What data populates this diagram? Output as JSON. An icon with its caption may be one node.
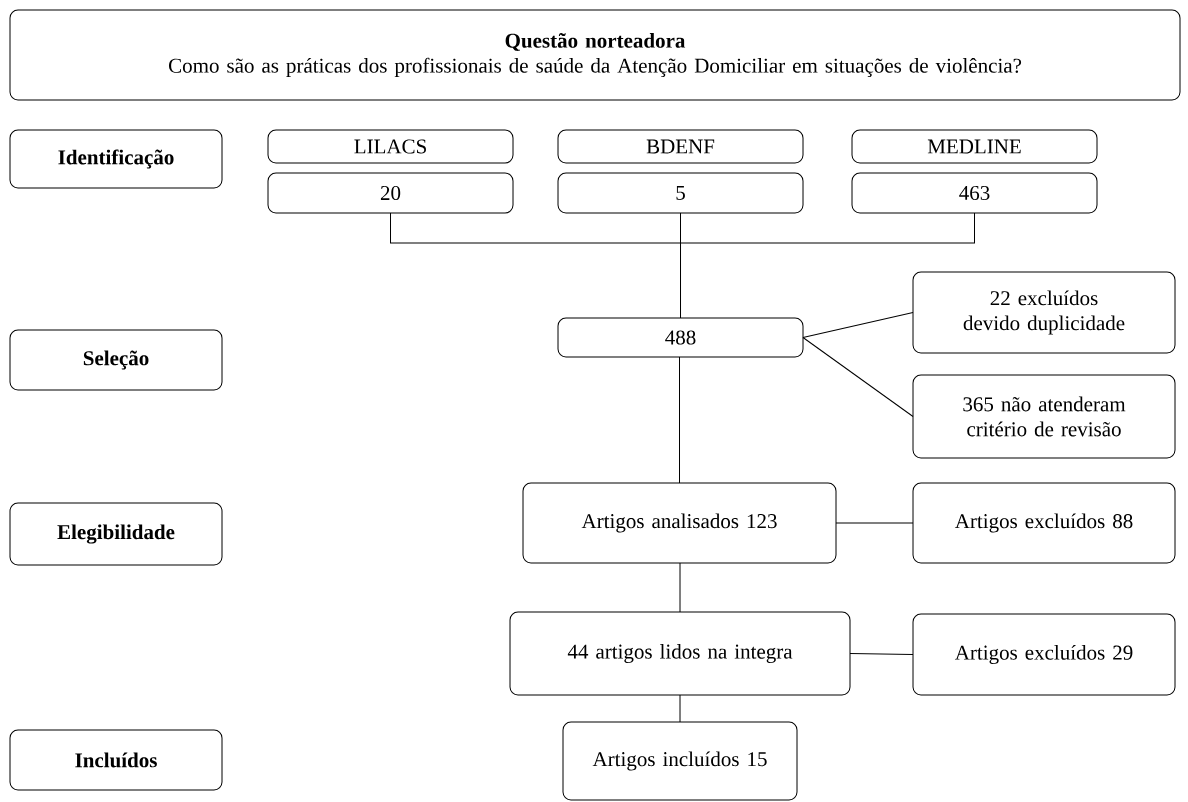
{
  "diagram": {
    "nodes": [
      {
        "text": [
          "Questão norteadora",
          "Como são as práticas dos profissionais de saúde da Atenção Domiciliar em situações de violência?"
        ]
      },
      {
        "text": [
          "Identificação"
        ]
      },
      {
        "text": [
          "Seleção"
        ]
      },
      {
        "text": [
          "Elegibilidade"
        ]
      },
      {
        "text": [
          "Incluídos"
        ]
      },
      {
        "text": [
          "LILACS"
        ]
      },
      {
        "text": [
          "BDENF"
        ]
      },
      {
        "text": [
          "MEDLINE"
        ]
      },
      {
        "text": [
          "20"
        ]
      },
      {
        "text": [
          "5"
        ]
      },
      {
        "text": [
          "463"
        ]
      },
      {
        "text": [
          "488"
        ]
      },
      {
        "text": [
          "22 excluídos devido duplicidade"
        ]
      },
      {
        "text": [
          "365 não atenderam critério de revisão"
        ]
      },
      {
        "text": [
          "Artigos analisados 123"
        ]
      },
      {
        "text": [
          "Artigos excluídos 88"
        ]
      },
      {
        "text": [
          "44 artigos lidos na integra"
        ]
      },
      {
        "text": [
          "Artigos excluídos 29"
        ]
      },
      {
        "text": [
          "Artigos incluídos 15"
        ]
      }
    ],
    "edges": [
      {
        "from": 8,
        "to": 11,
        "arrow": "none"
      },
      {
        "from": 9,
        "to": 11,
        "arrow": "none"
      },
      {
        "from": 10,
        "to": 11,
        "arrow": "none"
      },
      {
        "from": 11,
        "to": 12,
        "arrow": "none"
      },
      {
        "from": 11,
        "to": 13,
        "arrow": "none"
      },
      {
        "from": 11,
        "to": 14,
        "arrow": "none"
      },
      {
        "from": 14,
        "to": 15,
        "arrow": "none"
      },
      {
        "from": 14,
        "to": 16,
        "arrow": "none"
      },
      {
        "from": 16,
        "to": 17,
        "arrow": "none"
      },
      {
        "from": 16,
        "to": 18,
        "arrow": "none"
      }
    ]
  }
}
